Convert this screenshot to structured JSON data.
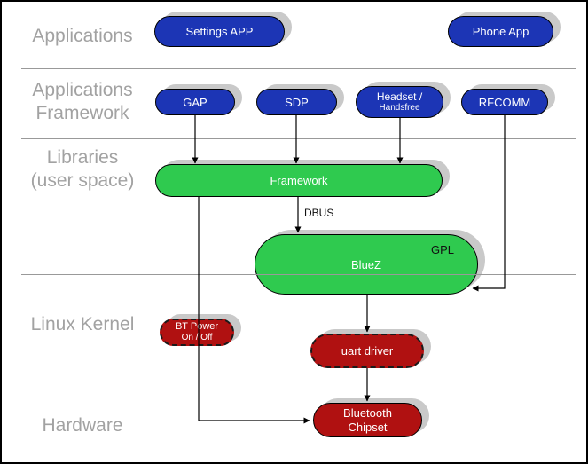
{
  "layer_labels": {
    "applications": {
      "line1": "Applications"
    },
    "applications_framework": {
      "line1": "Applications",
      "line2": "Framework"
    },
    "libraries": {
      "line1": "Libraries",
      "line2": "(user space)"
    },
    "linux_kernel": {
      "line1": "Linux Kernel"
    },
    "hardware": {
      "line1": "Hardware"
    }
  },
  "nodes": {
    "settings_app": {
      "label": "Settings APP"
    },
    "phone_app": {
      "label": "Phone App"
    },
    "gap": {
      "label": "GAP"
    },
    "sdp": {
      "label": "SDP"
    },
    "headset": {
      "line1": "Headset /",
      "line2": "Handsfree"
    },
    "rfcomm": {
      "label": "RFCOMM"
    },
    "framework": {
      "label": "Framework"
    },
    "bluez": {
      "label": "BlueZ",
      "license_tag": "GPL"
    },
    "bt_power": {
      "line1": "BT Power",
      "line2": "On / Off"
    },
    "uart_driver": {
      "label": "uart driver"
    },
    "bluetooth_chipset": {
      "line1": "Bluetooth",
      "line2": "Chipset"
    }
  },
  "edge_labels": {
    "dbus": "DBUS"
  },
  "colors": {
    "app_blue": "#1c35b5",
    "lib_green": "#2fca4f",
    "kernel_red": "#b01111",
    "shadow": "#c9c9c9",
    "divider": "#999999",
    "label_gray": "#a2a2a2",
    "line": "#000000"
  }
}
